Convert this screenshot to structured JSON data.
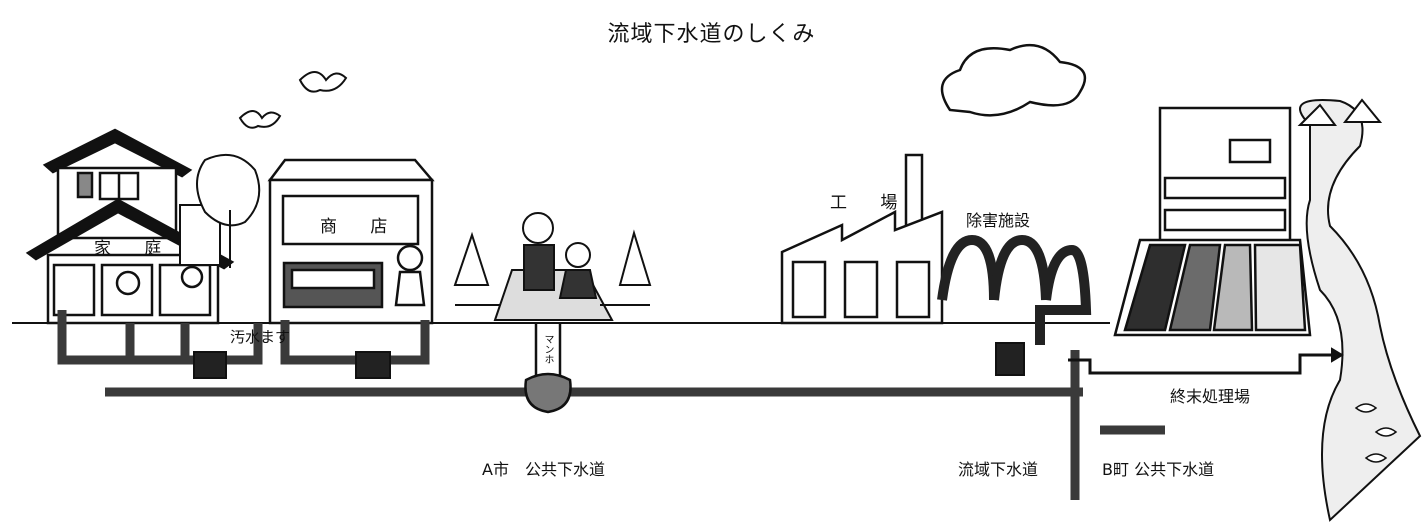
{
  "title": "流域下水道のしくみ",
  "labels": {
    "house": "家 庭",
    "shop": "商 店",
    "factory": "工 場",
    "removal_facility": "除害施設",
    "sewage_basin": "汚水ます",
    "manhole": "マンホ",
    "terminal_plant": "終末処理場",
    "city_a_sewer": "A市　公共下水道",
    "regional_sewer": "流域下水道",
    "town_b_sewer": "B町 公共下水道"
  },
  "colors": {
    "ink": "#111111",
    "pipe": "#3a3a3a",
    "fill_dark": "#2e2e2e",
    "fill_mid": "#6b6b6b",
    "fill_light": "#b9b9b9"
  }
}
